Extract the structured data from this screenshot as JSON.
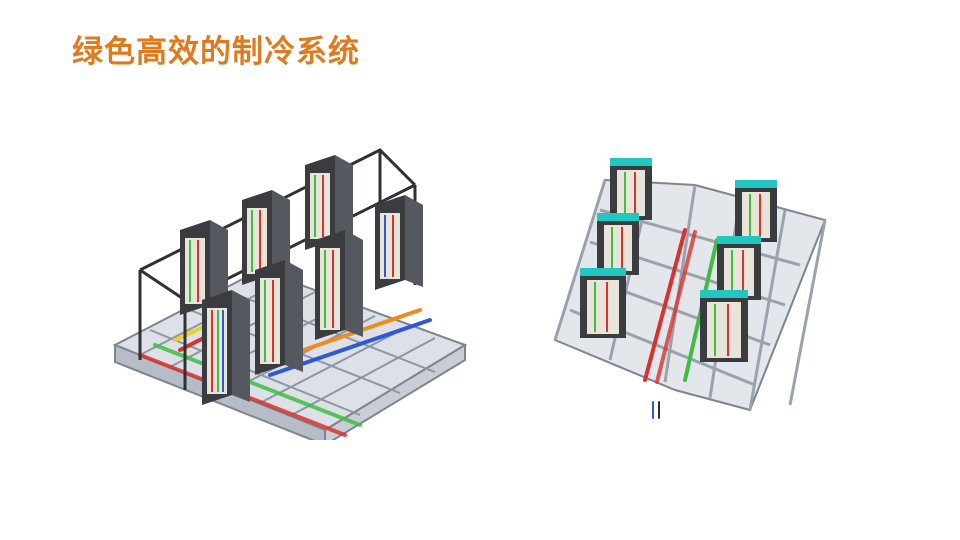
{
  "slide": {
    "title": "绿色高效的制冷系统"
  },
  "colors": {
    "title": "#E07A1F",
    "frame_steel": "#9AA2AE",
    "frame_dark": "#2F3136",
    "cabinet_body": "#3A3C40",
    "cabinet_inner": "#E9E4DA",
    "cabinet_top_accent": "#22C7C2",
    "pipe_red": "#D9322E",
    "pipe_green": "#3DBE43",
    "pipe_blue": "#2F57D8",
    "pipe_orange": "#F08A1C",
    "pipe_yellow": "#E8D22A"
  },
  "figures": [
    {
      "name": "cooling-module-perspective",
      "icon": "cooling-rack-assembly-left"
    },
    {
      "name": "cooling-module-top-view",
      "icon": "cooling-rack-assembly-right"
    }
  ]
}
